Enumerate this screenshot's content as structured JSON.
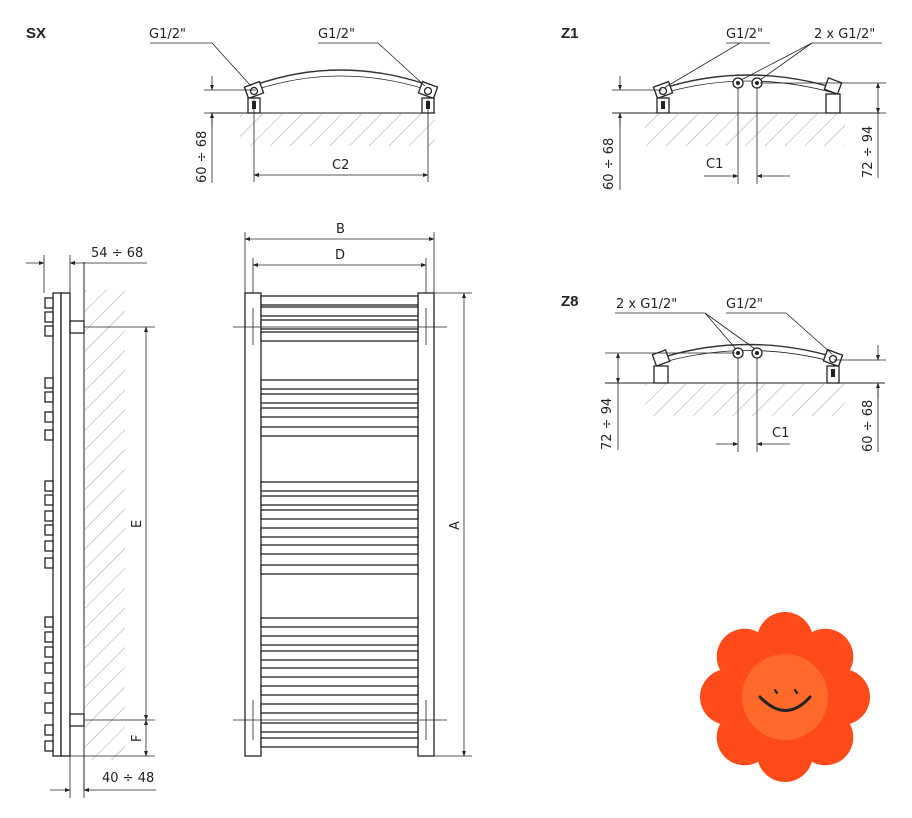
{
  "sections": {
    "sx": {
      "title": "SX",
      "connector_left": "G1/2\"",
      "connector_right": "G1/2\"",
      "height_range": "60 ÷ 68",
      "spacing": "C2"
    },
    "z1": {
      "title": "Z1",
      "connector_single": "G1/2\"",
      "connector_double": "2 x G1/2\"",
      "height_range_left": "60 ÷ 68",
      "height_range_right": "72 ÷ 94",
      "spacing": "C1"
    },
    "z8": {
      "title": "Z8",
      "connector_double": "2 x G1/2\"",
      "connector_single": "G1/2\"",
      "height_range_left": "72 ÷ 94",
      "height_range_right": "60 ÷ 68",
      "spacing": "C1"
    },
    "side_view": {
      "depth_top": "54 ÷ 68",
      "depth_bottom": "40 ÷ 48",
      "dim_e": "E",
      "dim_f": "F"
    },
    "front_view": {
      "dim_b": "B",
      "dim_d": "D",
      "dim_a": "A"
    }
  },
  "logo": {
    "name": "flower-logo",
    "petal_color": "#ff4a1a",
    "center_color": "#ff6a2a"
  }
}
